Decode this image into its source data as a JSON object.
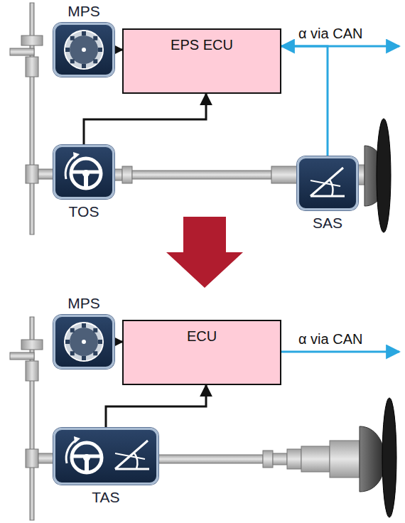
{
  "diagram": {
    "nodes": [
      {
        "text": [
          "MPS"
        ]
      },
      {
        "text": [
          "EPS ECU"
        ]
      },
      {
        "text": [
          "TOS"
        ]
      },
      {
        "text": [
          "SAS"
        ]
      },
      {
        "text": [
          "MPS"
        ]
      },
      {
        "text": [
          "ECU"
        ]
      },
      {
        "text": [
          "TAS"
        ]
      }
    ],
    "edges": [
      {
        "from": 0,
        "to": 1,
        "arrow": "to"
      },
      {
        "from": 2,
        "to": 1,
        "arrow": "to"
      },
      {
        "from": 3,
        "to": 1,
        "arrow": "to"
      },
      {
        "from": 4,
        "to": 5,
        "arrow": "to"
      },
      {
        "from": 6,
        "to": 5,
        "arrow": "to"
      }
    ],
    "labels": [
      "α via CAN",
      "α via CAN"
    ]
  }
}
